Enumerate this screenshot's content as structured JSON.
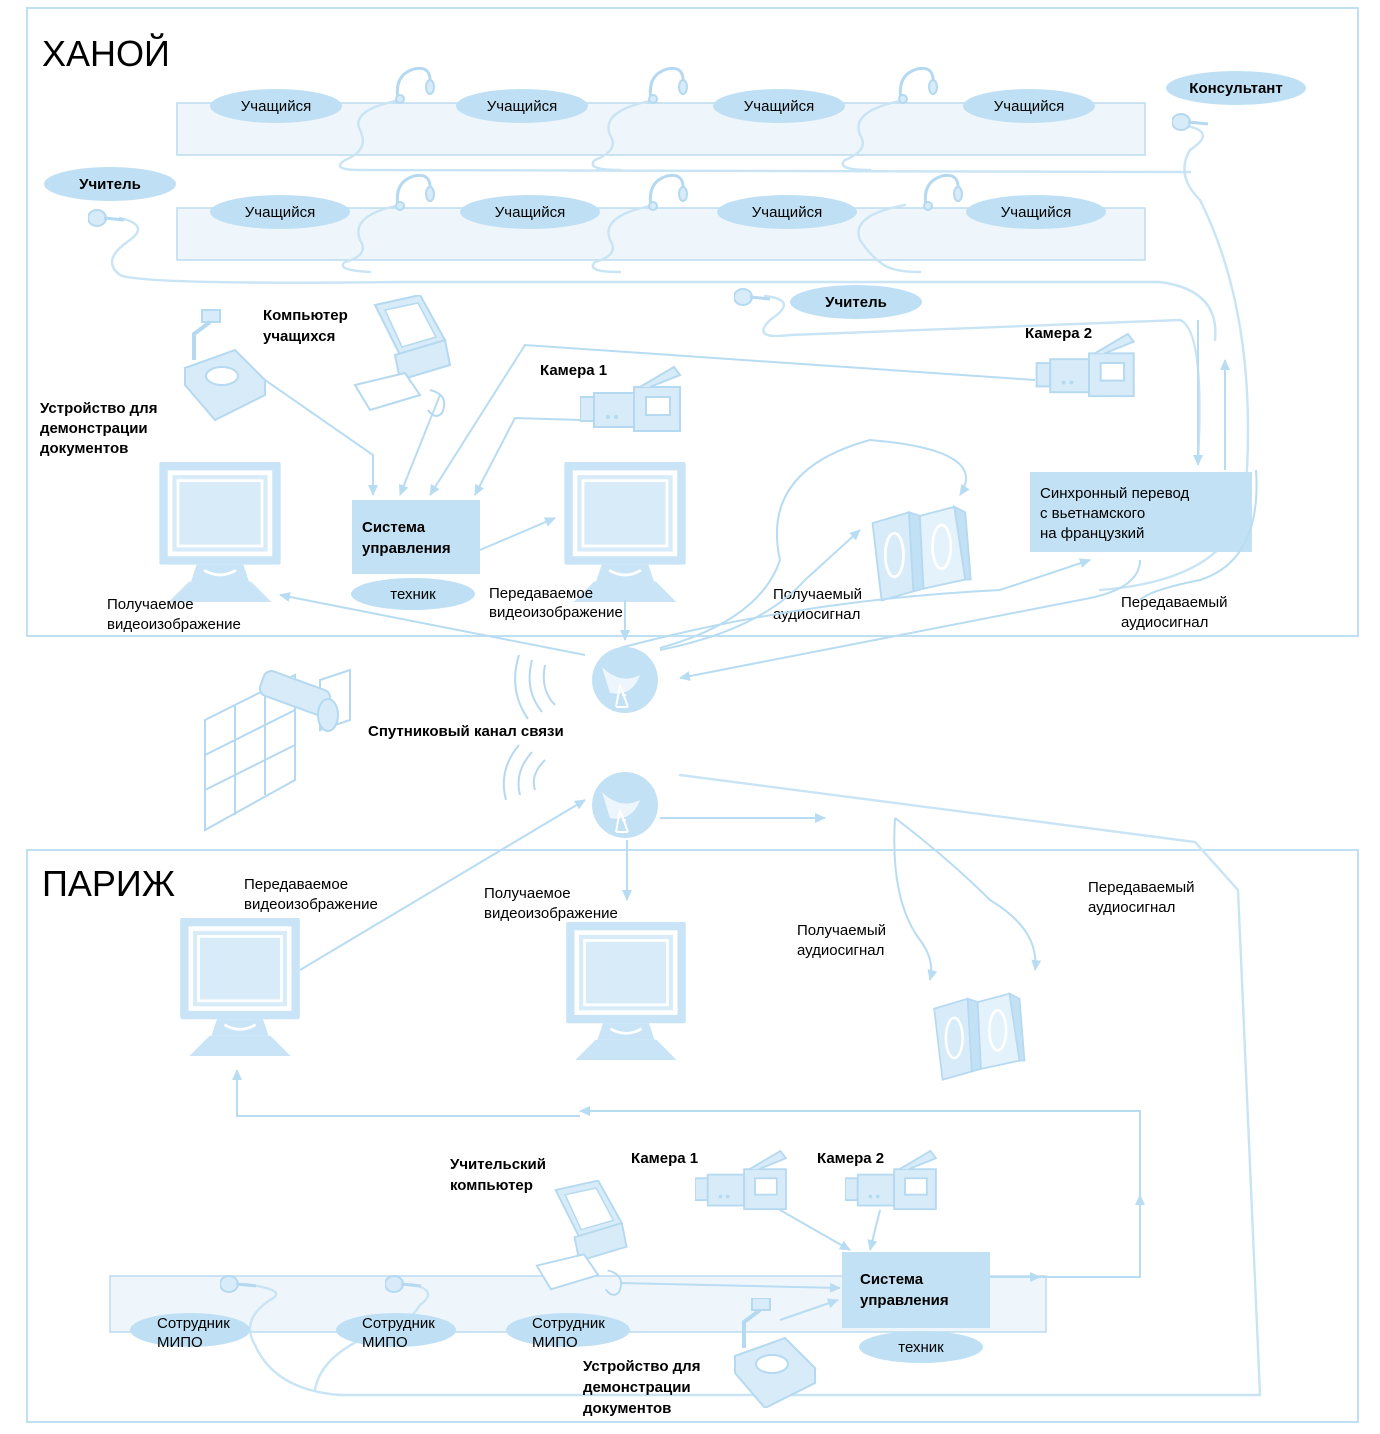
{
  "cities": {
    "hanoi": "ХАНОЙ",
    "paris": "ПАРИЖ"
  },
  "roles": {
    "student": "Учащийся",
    "teacher": "Учитель",
    "consultant": "Консультант",
    "technician": "техник"
  },
  "hanoi": {
    "students_computer": [
      "Компьютер",
      "учащихся"
    ],
    "camera1": "Камера 1",
    "camera2": "Камера 2",
    "doc_device": [
      "Устройство для",
      "демонстрации",
      "документов"
    ],
    "control_system": [
      "Система",
      "управления"
    ],
    "translation": [
      "Синхронный перевод",
      "с вьетнамского",
      "на французкий"
    ],
    "received_video": [
      "Получаемое",
      "видеоизображение"
    ],
    "transmitted_video": [
      "Передаваемое",
      "видеоизображение"
    ],
    "received_audio": [
      "Получаемый",
      "аудиосигнал"
    ],
    "transmitted_audio": [
      "Передаваемый",
      "аудиосигнал"
    ]
  },
  "satellite_label": "Спутниковый канал связи",
  "paris": {
    "transmitted_video": [
      "Передаваемое",
      "видеоизображение"
    ],
    "received_video": [
      "Получаемое",
      "видеоизображение"
    ],
    "received_audio": [
      "Получаемый",
      "аудиосигнал"
    ],
    "transmitted_audio": [
      "Передаваемый",
      "аудиосигнал"
    ],
    "teacher_computer": [
      "Учительский",
      "компьютер"
    ],
    "camera1": "Камера 1",
    "camera2": "Камера 2",
    "control_system": [
      "Система",
      "управления"
    ],
    "staff": [
      "Сотрудник",
      "МИПО"
    ],
    "doc_device": [
      "Устройство для",
      "демонстрации",
      "документов"
    ]
  },
  "colors": {
    "accent_light": "#bfe0f4",
    "band": "#eef6fc",
    "line": "#c8e4f5"
  }
}
